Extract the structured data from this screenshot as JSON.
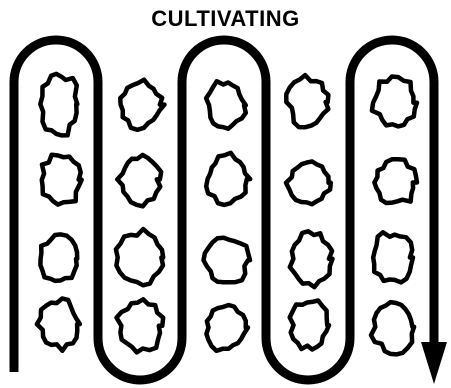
{
  "title": "CULTIVATING",
  "colors": {
    "ink": "#000000",
    "background": "#ffffff"
  },
  "path_icon": "serpentine-arrow-icon",
  "plant_icon": "plant-clump-icon",
  "rows": 5,
  "plants_per_row": 4
}
